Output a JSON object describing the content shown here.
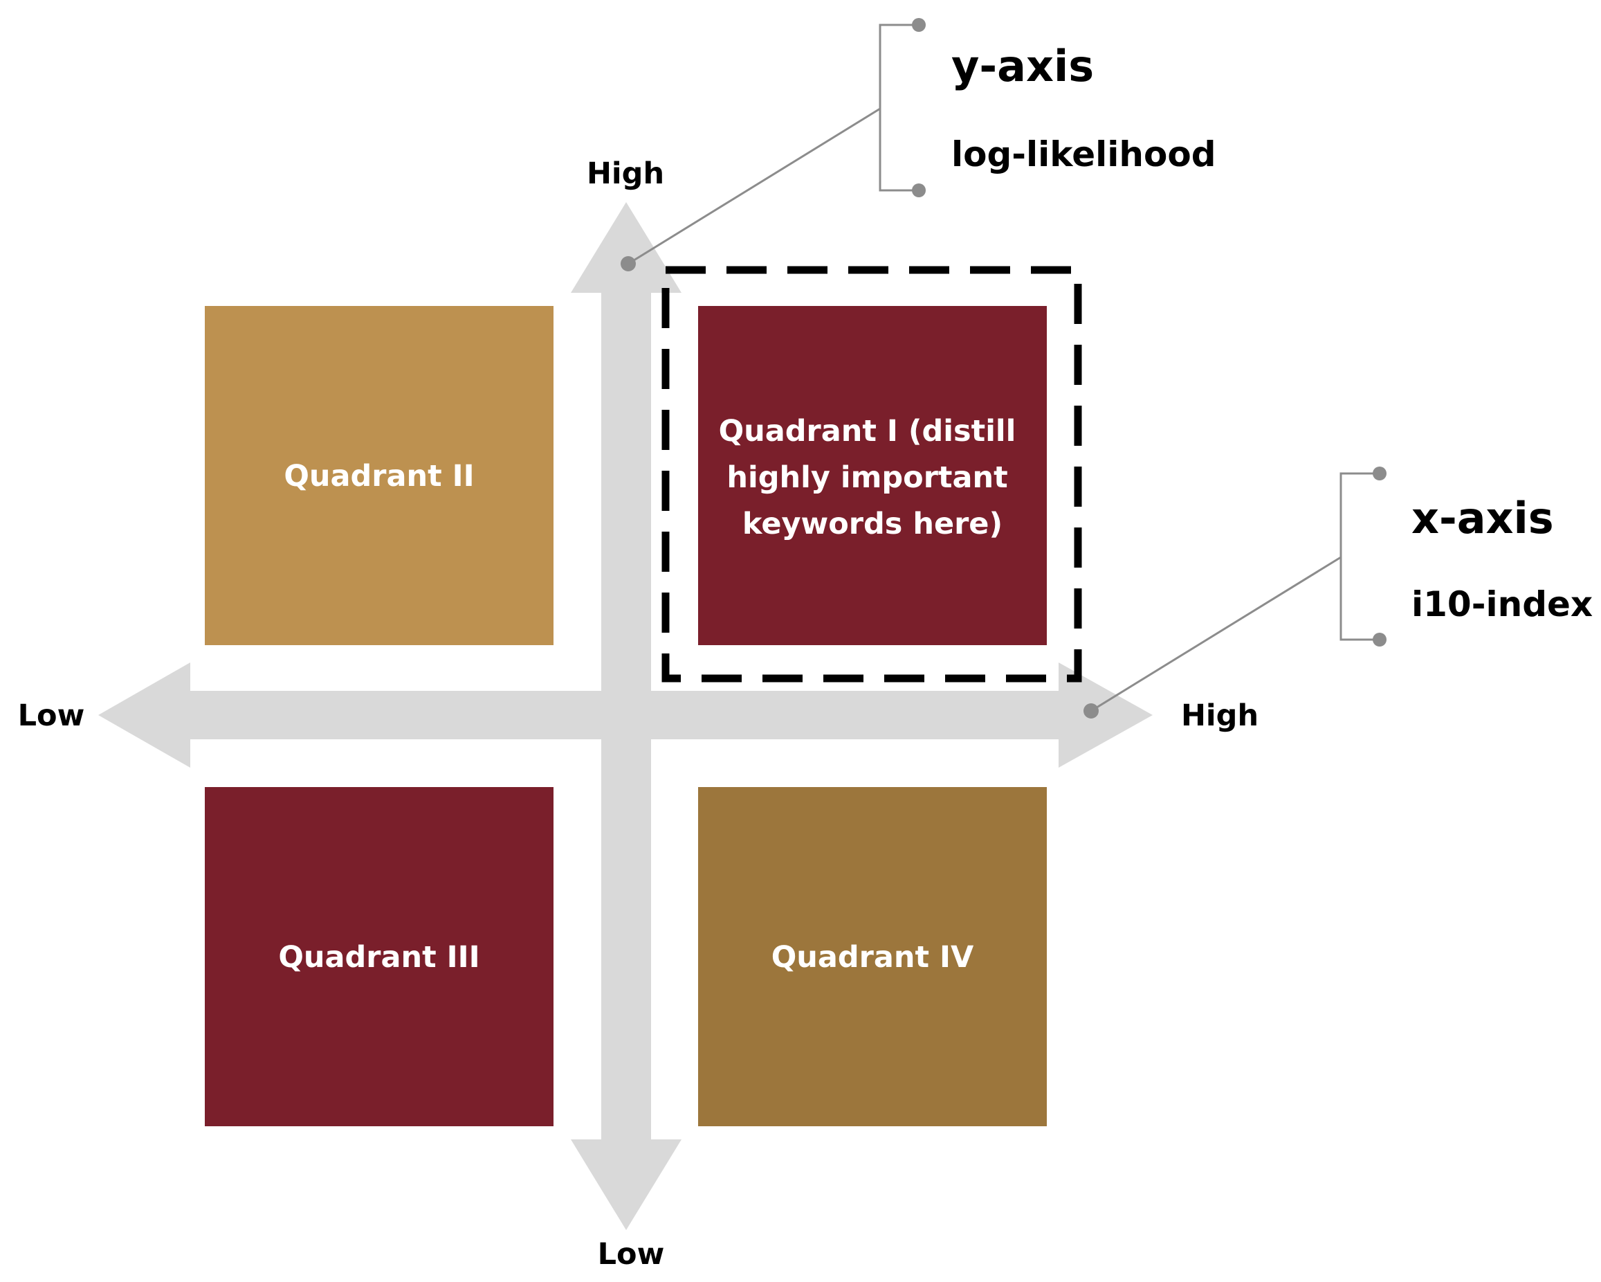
{
  "colors": {
    "background": "#ffffff",
    "axis_arrow": "#d9d9d9",
    "quadrant_maroon": "#7a1f2b",
    "quadrant_tan": "#bd9150",
    "quadrant_bronze": "#9c763c",
    "callout_line": "#8c8c8c",
    "highlight_border": "#000000",
    "text_dark": "#000000",
    "text_light": "#ffffff"
  },
  "axes": {
    "x": {
      "low_label": "Low",
      "high_label": "High",
      "callout_title": "x-axis",
      "callout_metric": "i10-index"
    },
    "y": {
      "low_label": "Low",
      "high_label": "High",
      "callout_title": "y-axis",
      "callout_metric": "log-likelihood"
    }
  },
  "quadrants": {
    "q1": {
      "lines": [
        "Quadrant I (distill",
        "highly important",
        "keywords here)"
      ],
      "color": "#7a1f2b",
      "highlighted": true
    },
    "q2": {
      "label": "Quadrant II",
      "color": "#bd9150"
    },
    "q3": {
      "label": "Quadrant III",
      "color": "#7a1f2b"
    },
    "q4": {
      "label": "Quadrant IV",
      "color": "#9c763c"
    }
  }
}
